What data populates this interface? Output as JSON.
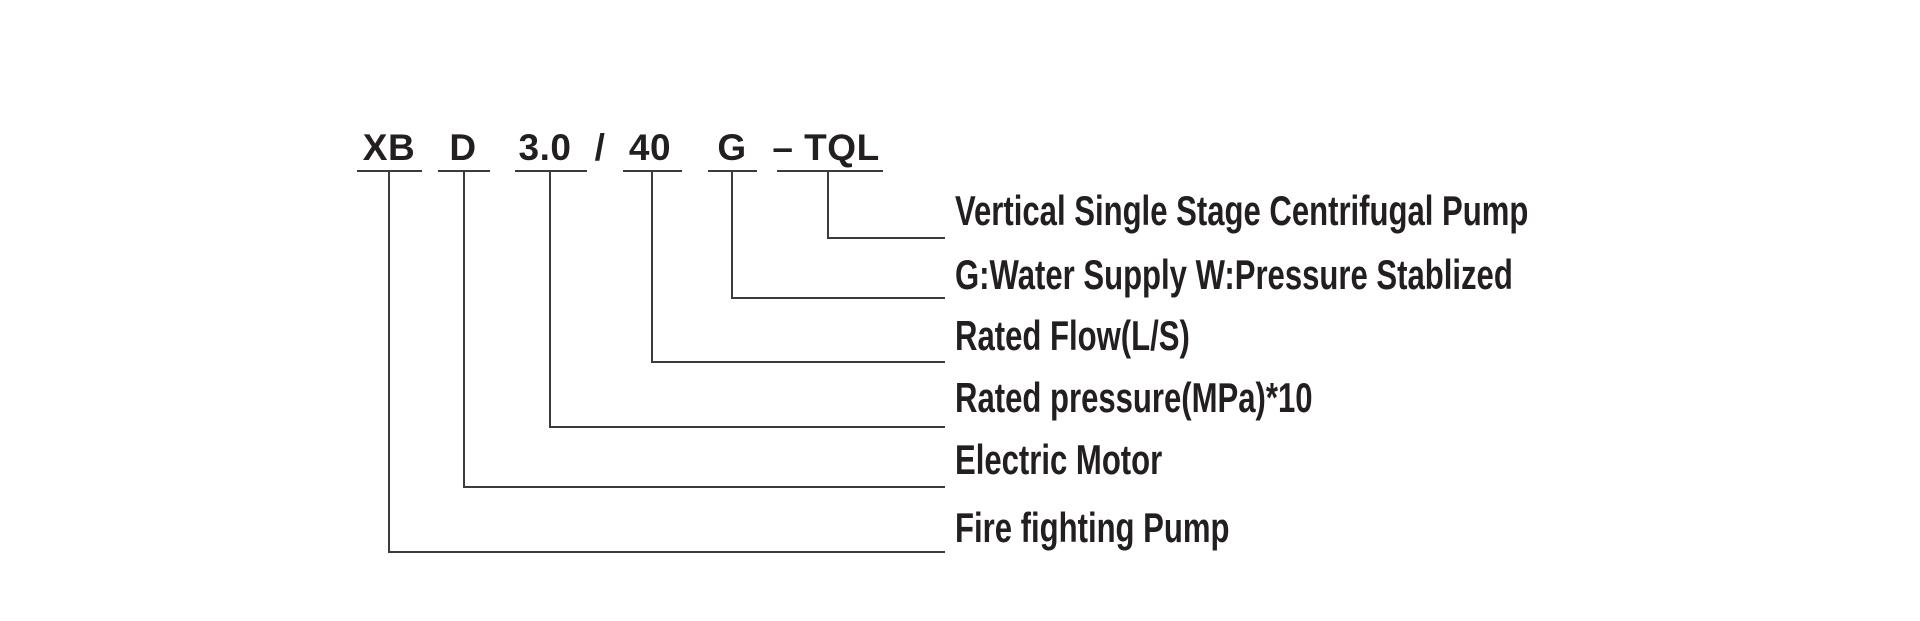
{
  "diagram": {
    "title": "Pump model nomenclature diagram",
    "model_code": {
      "full": "XB D 3.0 / 40 G – TQL",
      "segments": [
        {
          "id": "XB",
          "text": "XB"
        },
        {
          "id": "D",
          "text": "D"
        },
        {
          "id": "3.0",
          "text": "3.0"
        },
        {
          "id": "/",
          "text": "/"
        },
        {
          "id": "40",
          "text": "40"
        },
        {
          "id": "G",
          "text": "G"
        },
        {
          "id": "TQL",
          "text": "– TQL"
        }
      ]
    },
    "labels": [
      {
        "code": "TQL",
        "text": "Vertical Single Stage Centrifugal Pump"
      },
      {
        "code": "G",
        "text": "G:Water Supply W:Pressure Stablized"
      },
      {
        "code": "40",
        "text": "Rated Flow(L/S)"
      },
      {
        "code": "3.0",
        "text": "Rated pressure(MPa)*10"
      },
      {
        "code": "D",
        "text": "Electric Motor"
      },
      {
        "code": "XB",
        "text": "Fire fighting Pump"
      }
    ],
    "colors": {
      "text": "#231f20",
      "line": "#3d3a3b",
      "background": "#ffffff"
    }
  }
}
